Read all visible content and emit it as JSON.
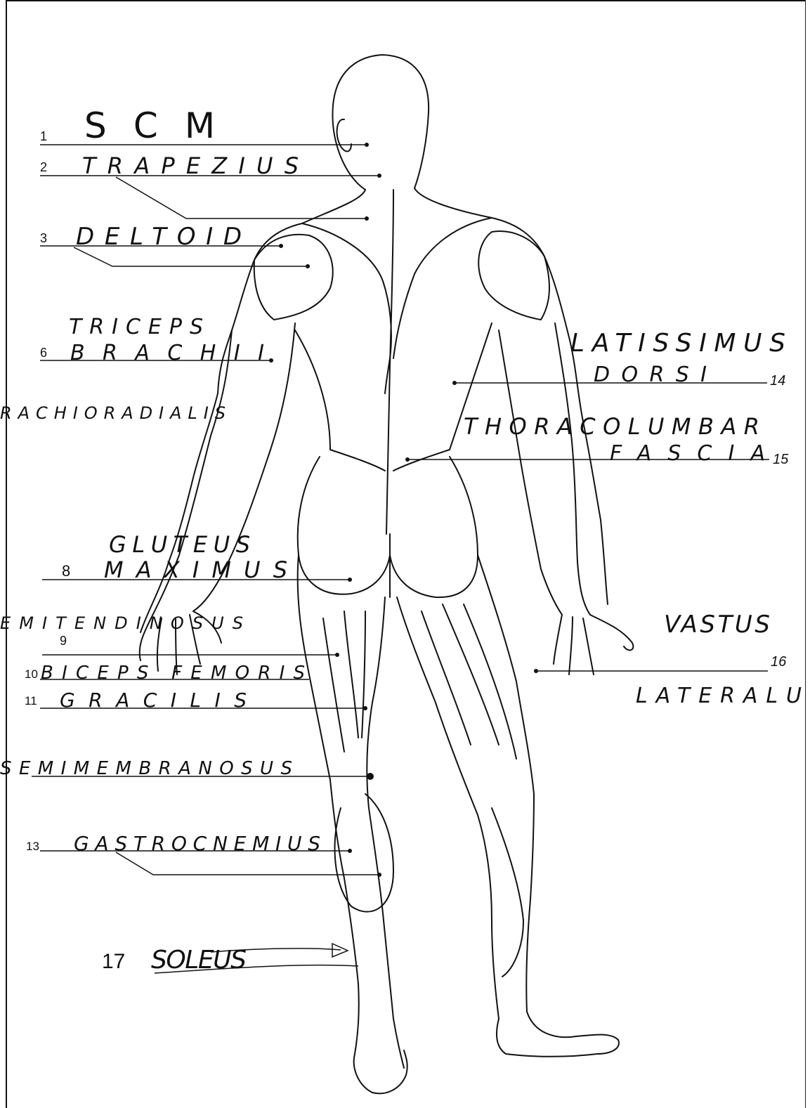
{
  "colors": {
    "ink": "#111111",
    "paper": "#ffffff"
  },
  "labels": [
    {
      "id": "l1",
      "number": "1",
      "text": "SCM"
    },
    {
      "id": "l2",
      "number": "2",
      "text": "TRAPEZIUS"
    },
    {
      "id": "l3",
      "number": "3",
      "text": "DELTOID"
    },
    {
      "id": "l6a",
      "number": "",
      "text": "TRICEPS"
    },
    {
      "id": "l6b",
      "number": "6",
      "text": "BRACHII"
    },
    {
      "id": "l7",
      "number": "",
      "text": "RACHIORADIALIS"
    },
    {
      "id": "l8a",
      "number": "",
      "text": "GLUTEUS"
    },
    {
      "id": "l8b",
      "number": "8",
      "text": "MAXIMUS"
    },
    {
      "id": "l9",
      "number": "9",
      "text": "EMITENDINOSUS"
    },
    {
      "id": "l10",
      "number": "10",
      "text": "BICEPS FEMORIS"
    },
    {
      "id": "l11",
      "number": "11",
      "text": "GRACILIS"
    },
    {
      "id": "l12",
      "number": "",
      "text": "SEMIMEMBRANOSUS"
    },
    {
      "id": "l13",
      "number": "13",
      "text": "GASTROCNEMIUS"
    },
    {
      "id": "l17",
      "number": "17",
      "text": "SOLEUS"
    },
    {
      "id": "l14a",
      "number": "",
      "text": "LATISSIMUS"
    },
    {
      "id": "l14b",
      "number": "14",
      "text": "DORSI"
    },
    {
      "id": "l15a",
      "number": "",
      "text": "THORACOLUMBAR"
    },
    {
      "id": "l15b",
      "number": "15",
      "text": "FASCIA"
    },
    {
      "id": "l16a",
      "number": "",
      "text": "VASTUS"
    },
    {
      "id": "l16b",
      "number": "16",
      "text": "LATERALU"
    }
  ]
}
